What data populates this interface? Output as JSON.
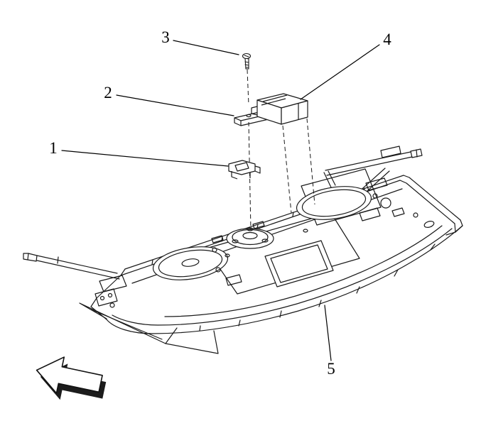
{
  "diagram": {
    "type": "exploded-parts-line-drawing",
    "callouts": [
      {
        "label": "1"
      },
      {
        "label": "2"
      },
      {
        "label": "3"
      },
      {
        "label": "4"
      },
      {
        "label": "5"
      }
    ],
    "colors": {
      "line": "#1a1a1a",
      "background": "#ffffff",
      "arrow_shadow": "#1c1c1c"
    }
  }
}
